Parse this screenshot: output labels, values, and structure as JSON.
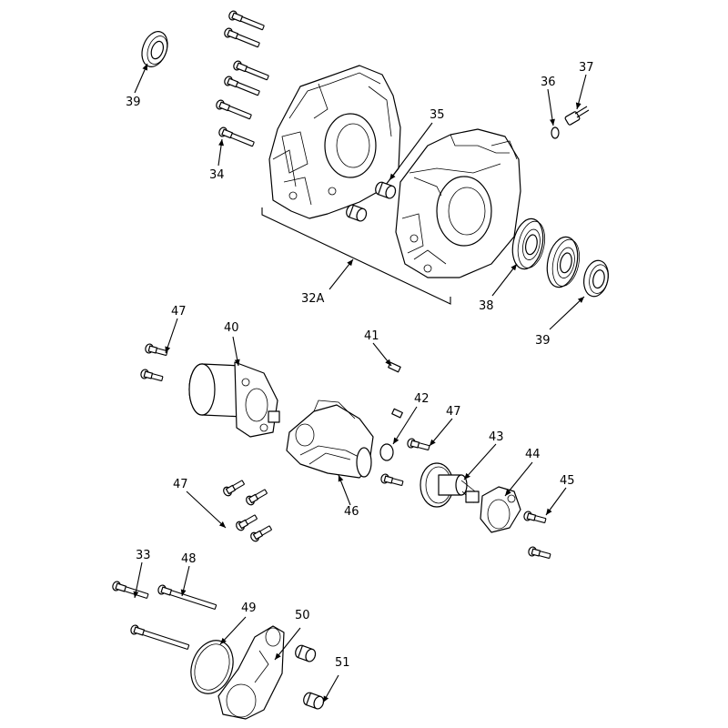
{
  "callouts": {
    "c39a": "39",
    "c34": "34",
    "c35": "35",
    "c36": "36",
    "c37": "37",
    "c32a": "32A",
    "c38": "38",
    "c39b": "39",
    "c47a": "47",
    "c40": "40",
    "c41": "41",
    "c42": "42",
    "c47b": "47",
    "c43": "43",
    "c44": "44",
    "c45": "45",
    "c46": "46",
    "c47c": "47",
    "c33": "33",
    "c48": "48",
    "c49": "49",
    "c50": "50",
    "c51": "51"
  },
  "colors": {
    "line": "#000000",
    "background": "#ffffff"
  }
}
